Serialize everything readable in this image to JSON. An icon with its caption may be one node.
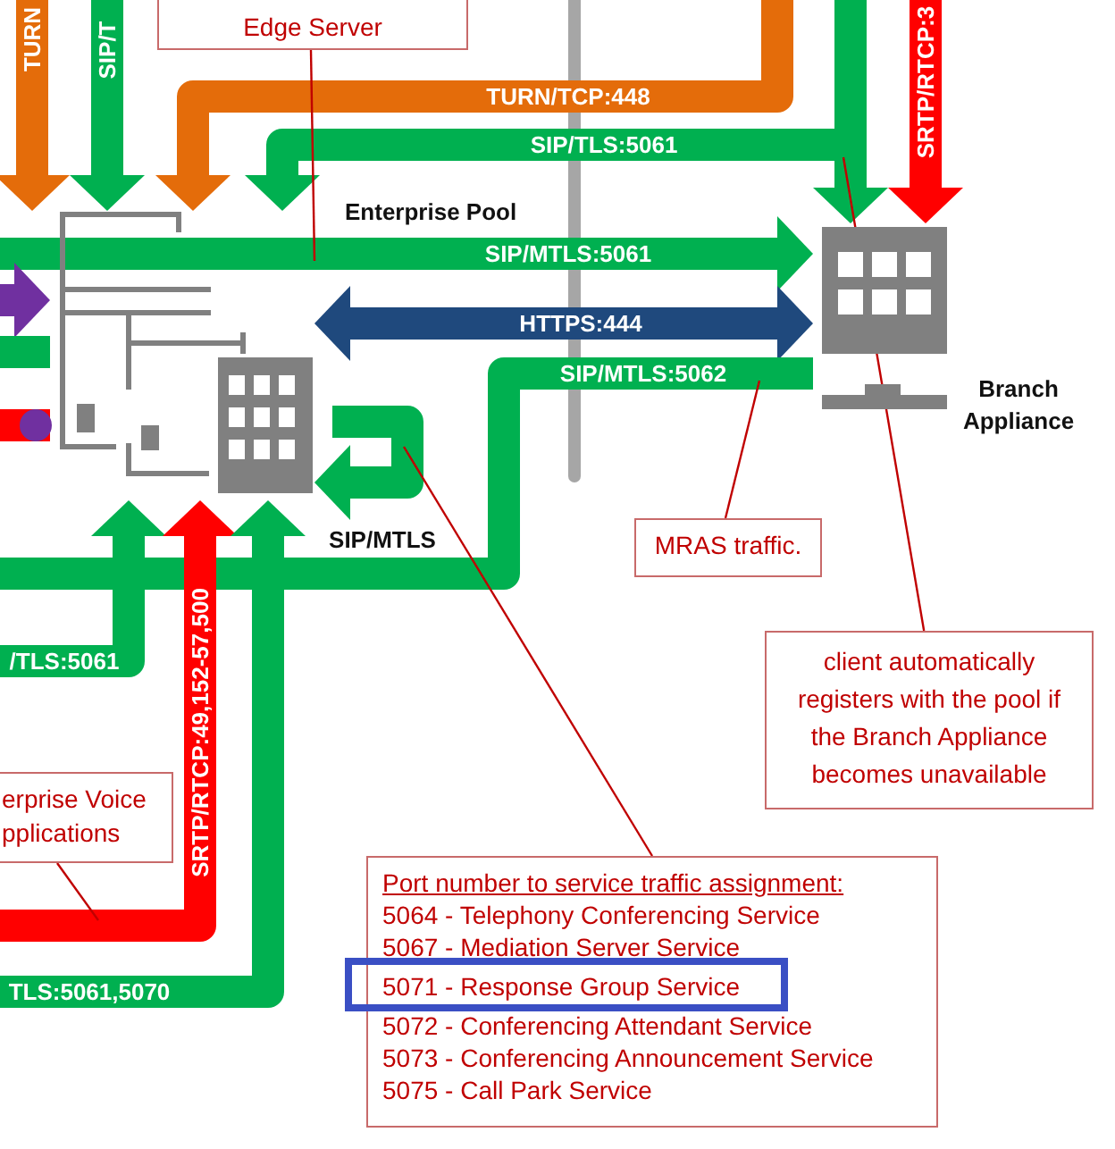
{
  "diagram": {
    "nodes": [
      {
        "text": [
          "Edge Server"
        ]
      },
      {
        "text": [],
        "shape": "picture"
      },
      {
        "text": [
          "Branch Appliance"
        ]
      },
      {
        "text": [
          "MRAS traffic."
        ]
      },
      {
        "text": [
          "client automatically registers with the pool if the Branch Appliance becomes unavailable"
        ]
      },
      {
        "text": [
          "Port number to service traffic assignment:",
          "5064 - Telephony Conferencing Service",
          "5067 - Mediation Server Service",
          "5071 - Response Group Service",
          "5072 - Conferencing Attendant Service",
          "5073 - Conferencing Announcement Service",
          "5075 - Call Park Service"
        ]
      },
      {
        "text": [
          "erprise Voice pplications"
        ]
      }
    ],
    "edges": [
      {
        "from": null,
        "to": 1,
        "arrow": "to",
        "label": "TURN",
        "color": "#e46c0a"
      },
      {
        "from": null,
        "to": 1,
        "arrow": "to",
        "label": "SIP/T"
      },
      {
        "from": null,
        "to": 1,
        "arrow": "to",
        "label": "TURN/TCP:448",
        "color": "#e46c0a"
      },
      {
        "from": null,
        "to": 1,
        "arrow": "to",
        "label": "SIP/TLS:5061"
      },
      {
        "from": null,
        "to": 2,
        "arrow": "to"
      },
      {
        "from": null,
        "to": 2,
        "arrow": "to",
        "label": "SRTP/RTCP:3",
        "color": "#ff0000"
      },
      {
        "from": null,
        "to": 2,
        "arrow": "to",
        "label": "SIP/MTLS:5061"
      },
      {
        "from": 1,
        "to": 2,
        "arrow": "both",
        "label": "HTTPS:444",
        "color": "#1f497d"
      },
      {
        "from": 2,
        "to": null,
        "arrow": "none",
        "label": "SIP/MTLS:5062"
      },
      {
        "from": null,
        "to": 1,
        "arrow": "to",
        "label": "/TLS:5061"
      },
      {
        "from": null,
        "to": 1,
        "arrow": "to",
        "label": "SRTP/RTCP:49,152-57,500",
        "color": "#ff0000"
      },
      {
        "from": null,
        "to": 1,
        "arrow": "to",
        "label": "TLS:5061,5070"
      },
      {
        "from": null,
        "to": 1,
        "arrow": "to",
        "label": "SIP/MTLS"
      },
      {
        "from": null,
        "to": 1,
        "arrow": "to",
        "color": "#7030a0"
      },
      {
        "from": null,
        "to": 1,
        "arrow": "none"
      },
      {
        "from": null,
        "to": 1,
        "arrow": "none",
        "color": "#ff0000"
      },
      {
        "from": 0,
        "to": 1,
        "arrow": "none",
        "color": "#c00000"
      },
      {
        "from": 3,
        "to": null,
        "arrow": "none",
        "color": "#c00000"
      },
      {
        "from": 4,
        "to": null,
        "arrow": "none",
        "color": "#c00000"
      },
      {
        "from": 5,
        "to": null,
        "arrow": "none",
        "color": "#c00000"
      },
      {
        "from": 6,
        "to": null,
        "arrow": "none",
        "color": "#c00000"
      }
    ],
    "labels": [
      "Enterprise Pool"
    ]
  }
}
